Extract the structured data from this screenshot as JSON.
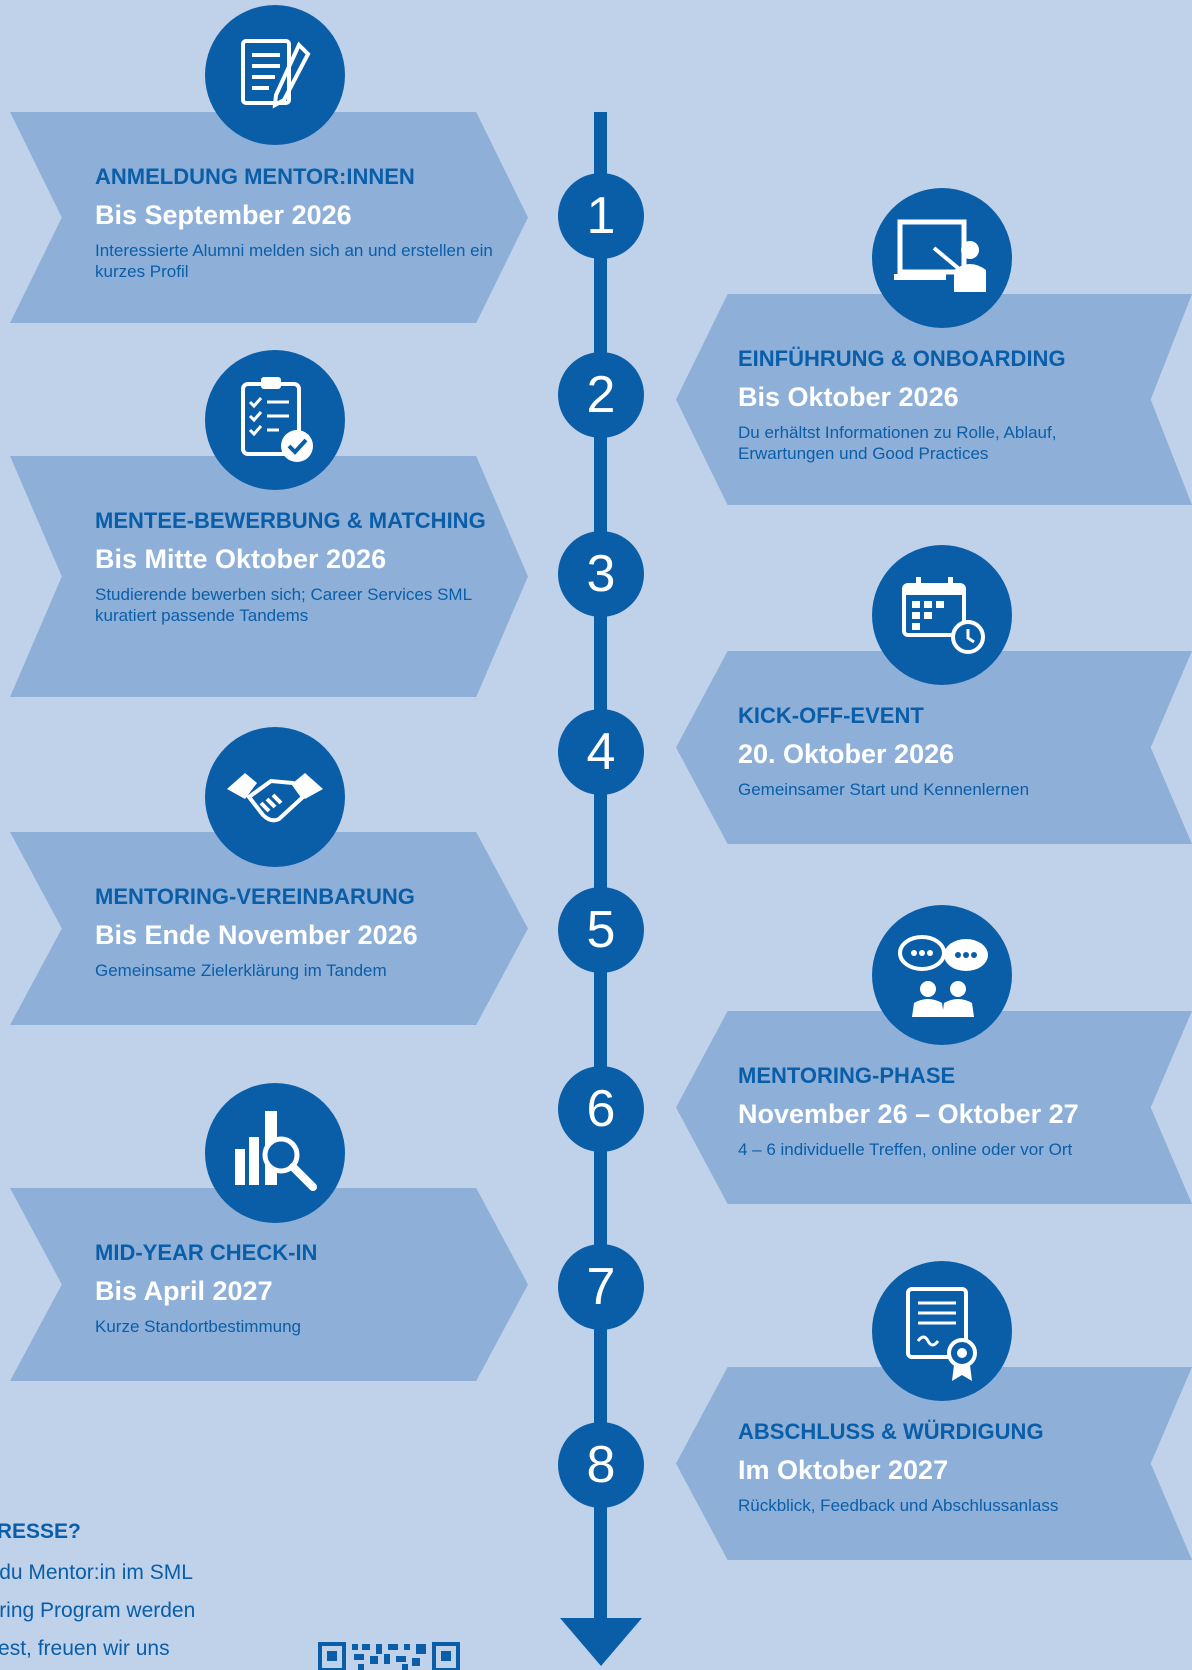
{
  "steps": [
    {
      "number": "1",
      "title": "ANMELDUNG MENTOR:INNEN",
      "date": "Bis September 2026",
      "desc": "Interessierte Alumni melden sich an und erstellen ein kurzes Profil",
      "icon": "form-edit-icon"
    },
    {
      "number": "2",
      "title": "EINFÜHRUNG & ONBOARDING",
      "date": "Bis Oktober 2026",
      "desc": "Du erhältst Informationen zu Rolle, Ablauf, Erwartungen und Good Practices",
      "icon": "teacher-board-icon"
    },
    {
      "number": "3",
      "title": "MENTEE-BEWERBUNG & MATCHING",
      "date": "Bis Mitte Oktober 2026",
      "desc": "Studierende bewerben sich; Career Services SML kuratiert passende Tandems",
      "icon": "checklist-icon"
    },
    {
      "number": "4",
      "title": "KICK-OFF-EVENT",
      "date": "20. Oktober 2026",
      "desc": "Gemeinsamer Start und Kennenlernen",
      "icon": "calendar-clock-icon"
    },
    {
      "number": "5",
      "title": "MENTORING-VEREINBARUNG",
      "date": "Bis Ende November 2026",
      "desc": "Gemeinsame Zielerklärung im Tandem",
      "icon": "handshake-icon"
    },
    {
      "number": "6",
      "title": "MENTORING-PHASE",
      "date": "November 26 – Oktober 27",
      "desc": "4 – 6 individuelle Treffen, online oder vor Ort",
      "icon": "conversation-icon"
    },
    {
      "number": "7",
      "title": "MID-YEAR CHECK-IN",
      "date": "Bis April 2027",
      "desc": "Kurze Standortbestimmung",
      "icon": "chart-search-icon"
    },
    {
      "number": "8",
      "title": "ABSCHLUSS & WÜRDIGUNG",
      "date": "Im Oktober 2027",
      "desc": "Rückblick, Feedback und Abschlussanlass",
      "icon": "certificate-icon"
    }
  ],
  "cta": {
    "title": "TERESSE?",
    "line1": "nn du Mentor:in im SML",
    "line2": "ntoring Program werden",
    "line3": "chtest, freuen wir uns"
  },
  "colors": {
    "background": "#c0d2e9",
    "banner": "#8eb0d8",
    "accent": "#0a5ea8",
    "white": "#ffffff"
  }
}
